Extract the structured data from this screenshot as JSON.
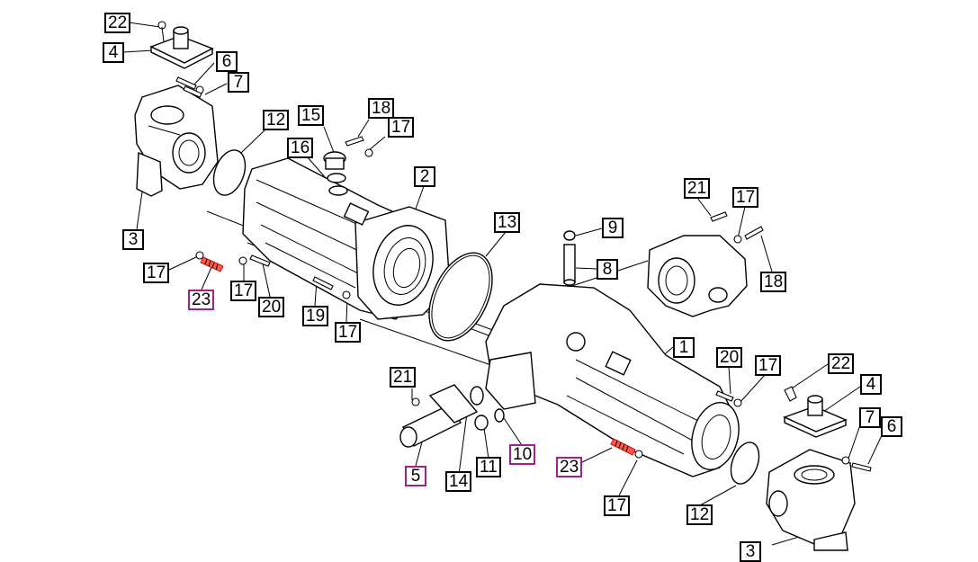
{
  "diagram": {
    "title": "",
    "callouts": [
      {
        "id": "c-22-top",
        "label": "22",
        "highlight": false
      },
      {
        "id": "c-4-top",
        "label": "4",
        "highlight": false
      },
      {
        "id": "c-6-top",
        "label": "6",
        "highlight": false
      },
      {
        "id": "c-7-top",
        "label": "7",
        "highlight": false
      },
      {
        "id": "c-12-top",
        "label": "12",
        "highlight": false
      },
      {
        "id": "c-15",
        "label": "15",
        "highlight": false
      },
      {
        "id": "c-18-top",
        "label": "18",
        "highlight": false
      },
      {
        "id": "c-17-top",
        "label": "17",
        "highlight": false
      },
      {
        "id": "c-16",
        "label": "16",
        "highlight": false
      },
      {
        "id": "c-2",
        "label": "2",
        "highlight": false
      },
      {
        "id": "c-3",
        "label": "3",
        "highlight": false
      },
      {
        "id": "c-13",
        "label": "13",
        "highlight": false
      },
      {
        "id": "c-9",
        "label": "9",
        "highlight": false
      },
      {
        "id": "c-8",
        "label": "8",
        "highlight": false
      },
      {
        "id": "c-21-right",
        "label": "21",
        "highlight": false
      },
      {
        "id": "c-17-right",
        "label": "17",
        "highlight": false
      },
      {
        "id": "c-18-right",
        "label": "18",
        "highlight": false
      },
      {
        "id": "c-17-left",
        "label": "17",
        "highlight": false
      },
      {
        "id": "c-23-left",
        "label": "23",
        "highlight": true
      },
      {
        "id": "c-17-mid",
        "label": "17",
        "highlight": false
      },
      {
        "id": "c-20-left",
        "label": "20",
        "highlight": false
      },
      {
        "id": "c-19",
        "label": "19",
        "highlight": false
      },
      {
        "id": "c-17-lower",
        "label": "17",
        "highlight": false
      },
      {
        "id": "c-1",
        "label": "1",
        "highlight": false
      },
      {
        "id": "c-21-bottom",
        "label": "21",
        "highlight": false
      },
      {
        "id": "c-20-right",
        "label": "20",
        "highlight": false
      },
      {
        "id": "c-17-br",
        "label": "17",
        "highlight": false
      },
      {
        "id": "c-22-bottom",
        "label": "22",
        "highlight": false
      },
      {
        "id": "c-4-bottom",
        "label": "4",
        "highlight": false
      },
      {
        "id": "c-7-bottom",
        "label": "7",
        "highlight": false
      },
      {
        "id": "c-6-bottom",
        "label": "6",
        "highlight": false
      },
      {
        "id": "c-5",
        "label": "5",
        "highlight": true
      },
      {
        "id": "c-14",
        "label": "14",
        "highlight": false
      },
      {
        "id": "c-11",
        "label": "11",
        "highlight": false
      },
      {
        "id": "c-10",
        "label": "10",
        "highlight": true
      },
      {
        "id": "c-23-bottom",
        "label": "23",
        "highlight": true
      },
      {
        "id": "c-17-bottom",
        "label": "17",
        "highlight": false
      },
      {
        "id": "c-12-bottom",
        "label": "12",
        "highlight": false
      },
      {
        "id": "c-3-bottom",
        "label": "3",
        "highlight": false
      }
    ]
  },
  "colors": {
    "line": "#000000",
    "highlight_border": "#a0208c",
    "highlight_part": "#ff5a4a"
  }
}
